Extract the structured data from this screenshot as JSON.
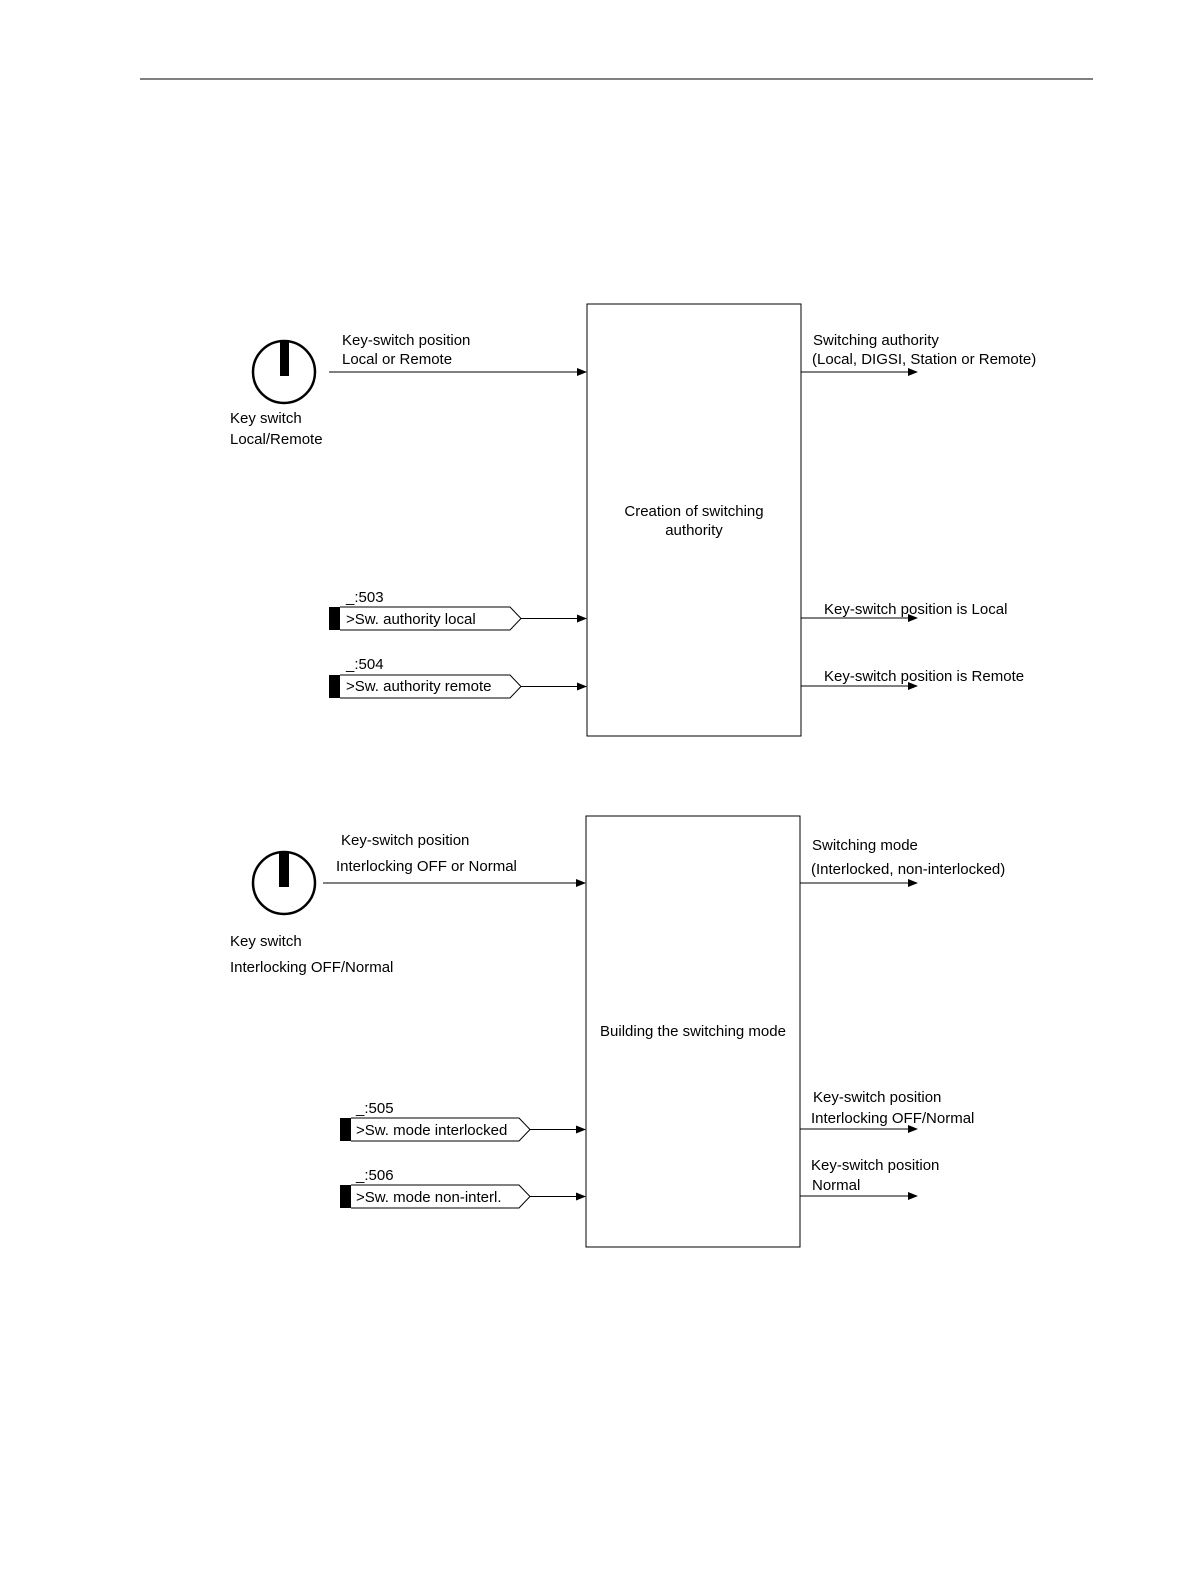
{
  "diagram1": {
    "key_switch_label_1": "Key switch",
    "key_switch_label_2": "Local/Remote",
    "input_label_1": "Key-switch position",
    "input_label_2": "Local or Remote",
    "block_text_1": "Creation of switching",
    "block_text_2": "authority",
    "output_authority_1": "Switching authority",
    "output_authority_2": "(Local, DIGSI, Station or Remote)",
    "binary_inputs": [
      {
        "number": "_:503",
        "label": ">Sw. authority local"
      },
      {
        "number": "_:504",
        "label": ">Sw. authority remote"
      }
    ],
    "output_local": "Key-switch position is Local",
    "output_remote": "Key-switch position is Remote"
  },
  "diagram2": {
    "key_switch_label_1": "Key switch",
    "key_switch_label_2": "Interlocking OFF/Normal",
    "input_label_1": "Key-switch position",
    "input_label_2": "Interlocking OFF or Normal",
    "block_text": "Building the switching mode",
    "output_mode_1": "Switching mode",
    "output_mode_2": "(Interlocked, non-interlocked)",
    "binary_inputs": [
      {
        "number": "_:505",
        "label": ">Sw. mode interlocked"
      },
      {
        "number": "_:506",
        "label": ">Sw. mode non-interl."
      }
    ],
    "output_interlocking_1": "Key-switch position",
    "output_interlocking_2": "Interlocking OFF/Normal",
    "output_normal_1": "Key-switch position",
    "output_normal_2": "Normal"
  }
}
